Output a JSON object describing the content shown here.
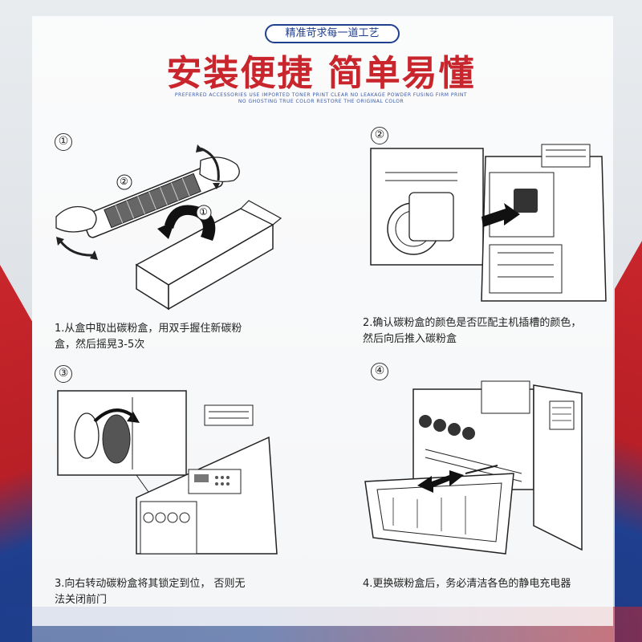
{
  "header": {
    "pill": "精准苛求每一道工艺",
    "headline": "安装便捷  简单易懂",
    "sub_line1": "PREFERRED ACCESSORIES USE IMPORTED TONER PRINT CLEAR NO LEAKAGE POWDER FUSING FIRM PRINT",
    "sub_line2": "NO GHOSTING TRUE COLOR RESTORE THE ORIGINAL COLOR"
  },
  "steps": [
    {
      "num": "①",
      "sub_num_a": "②",
      "sub_num_b": "①",
      "caption_line1": "1.从盒中取出碳粉盒，用双手握住新碳粉",
      "caption_line2": "盒，然后摇晃3-5次"
    },
    {
      "num": "②",
      "caption_line1": "2.确认碳粉盒的颜色是否匹配主机插槽的颜色，",
      "caption_line2": "然后向后推入碳粉盒"
    },
    {
      "num": "③",
      "caption_line1": "3.向右转动碳粉盒将其锁定到位， 否则无",
      "caption_line2": "法关闭前门"
    },
    {
      "num": "④",
      "caption_line1": "4.更换碳粉盒后，务必清洁各色的静电充电器",
      "caption_line2": ""
    }
  ],
  "colors": {
    "accent_red": "#c8262c",
    "accent_blue": "#1f3f8f"
  }
}
